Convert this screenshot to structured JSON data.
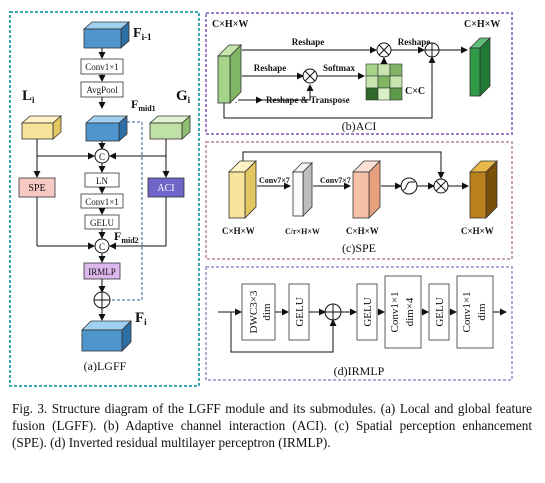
{
  "lgff": {
    "title": "(a)LGFF",
    "f_prev": "F",
    "f_prev_sub": "i-1",
    "conv": "Conv1×1",
    "avgpool": "AvgPool",
    "l_label": "L",
    "l_sub": "i",
    "g_label": "G",
    "g_sub": "i",
    "f_mid1": "F",
    "f_mid1_sub": "mid1",
    "concat1": "C",
    "spe": "SPE",
    "aci": "ACI",
    "ln": "LN",
    "conv2": "Conv1×1",
    "gelu": "GELU",
    "concat2": "C",
    "f_mid2": "F",
    "f_mid2_sub": "mid2",
    "irmlp": "IRMLP",
    "f_out": "F",
    "f_out_sub": "i"
  },
  "aci": {
    "title": "(b)ACI",
    "input_dims": "C×H×W",
    "output_dims": "C×H×W",
    "reshape_top": "Reshape",
    "reshape_out": "Reshape",
    "reshape_mid": "Reshape",
    "softmax": "Softmax",
    "reshape_transpose": "Reshape & Transpose",
    "cxc": "C×C"
  },
  "spe": {
    "title": "(c)SPE",
    "conv7a": "Conv7×7",
    "conv7b": "Conv7×7",
    "dims_in": "C×H×W",
    "dims_mid": "C/r×H×W",
    "dims_mid2": "C×H×W",
    "dims_out": "C×H×W"
  },
  "irmlp": {
    "title": "(d)IRMLP",
    "dwc": "DWC3×3",
    "dwc_dim": "dim",
    "gelu1": "GELU",
    "gelu2": "GELU",
    "gelu3": "GELU",
    "conv_a": "Conv1×1",
    "conv_a_dim": "dim×4",
    "conv_b": "Conv1×1",
    "conv_b_dim": "dim"
  },
  "caption": "Fig. 3.  Structure diagram of the LGFF module and its submodules. (a) Local and global feature fusion (LGFF). (b) Adaptive channel interaction (ACI). (c) Spatial perception enhancement (SPE). (d) Inverted residual multilayer perceptron (IRMLP).",
  "colors": {
    "teal_border": "#3aa7b5",
    "purple_border": "#9c7fc8",
    "pink_border": "#c9a6a6",
    "blue_cube": "#4f96cf",
    "yellow_cube": "#f7e39a",
    "green_cube": "#bfe0a6",
    "spe_fill": "#f6c9c2",
    "aci_fill": "#6f64c8",
    "irmlp_fill": "#dcb8ec"
  }
}
